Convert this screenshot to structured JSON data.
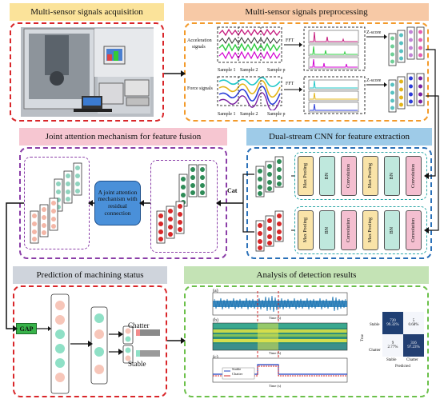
{
  "sections": {
    "acquisition": "Multi-sensor signals acquisition",
    "preprocessing": "Multi-sensor signals preprocessing",
    "attention": "Joint attention mechanism for feature fusion",
    "cnn": "Dual-stream CNN for feature extraction",
    "prediction": "Prediction of machining status",
    "analysis": "Analysis of detection results"
  },
  "preprocessing": {
    "accel_label_1": "Acceleration",
    "accel_label_2": "signals",
    "force_label": "Force signals",
    "fft": "FFT",
    "zscore": "Z-score",
    "sample1": "Sample 1",
    "sample2": "Sample 2",
    "samplep": "Sample p"
  },
  "cnn": {
    "stream_top": [
      "Max Pooling",
      "BN",
      "Convolution",
      "Max Pooling",
      "BN",
      "Convolution"
    ],
    "stream_bottom": [
      "Max Pooling",
      "BN",
      "Convolution",
      "Max Pooling",
      "BN",
      "Convolution"
    ],
    "cat": "Cat"
  },
  "attention": {
    "box_text": "A joint attention mechanism with residual connection"
  },
  "prediction": {
    "gap": "GAP",
    "chatter": "Chatter",
    "stable": "Stable"
  },
  "analysis": {
    "time_label": "Time (s)",
    "legend_stable": "Stable",
    "legend_chatter": "Chatter",
    "cm_title": "True",
    "cm_xlabel": "Predicted",
    "cm_row1": "Stable",
    "cm_row2": "Chatter",
    "cm_col1": "Stable",
    "cm_col2": "Chatter",
    "cm_tl_count": "720",
    "cm_tl_pct": "99.32%",
    "cm_tr_count": "5",
    "cm_tr_pct": "0.68%",
    "cm_bl_count": "9",
    "cm_bl_pct": "2.77%",
    "cm_br_count": "316",
    "cm_br_pct": "97.23%",
    "plot_a": "(a)",
    "plot_b": "(b)",
    "plot_c": "(c)"
  },
  "colors": {
    "yellow_title": "#fbe39a",
    "orange_title": "#f7c9a6",
    "pink_title": "#f6c6d1",
    "blue_title": "#9ecbe8",
    "gray_title": "#cfd4dc",
    "green_title": "#c4e3b5",
    "red_border": "#d9262a",
    "orange_border": "#f39a2a",
    "purple_border": "#8b3fa8",
    "blue_border": "#2a70b8",
    "green_border": "#6cc04a",
    "attention_box": "#4a90d9"
  }
}
